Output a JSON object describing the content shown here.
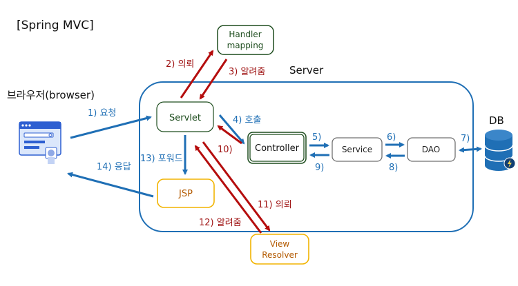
{
  "title": "[Spring MVC]",
  "server_label": "Server",
  "browser_label": "브라우저(browser)",
  "db_label": "DB",
  "nodes": {
    "handler_mapping": {
      "lines": [
        "Handler",
        "mapping"
      ]
    },
    "servlet": "Servlet",
    "controller": "Controller",
    "service": "Service",
    "dao": "DAO",
    "jsp": "JSP",
    "view_resolver": {
      "lines": [
        "View",
        "Resolver"
      ]
    }
  },
  "steps": {
    "s1": "1) 요청",
    "s2": "2) 의뢰",
    "s3": "3) 알려줌",
    "s4": "4) 호출",
    "s5": "5)",
    "s6": "6)",
    "s7": "7)",
    "s8": "8)",
    "s9": "9)",
    "s10": "10)",
    "s11": "11) 의뢰",
    "s12": "12) 알려줌",
    "s13": "13) 포워드",
    "s14": "14) 응답"
  },
  "colors": {
    "blue_arrow": "#1f6fb5",
    "red_arrow": "#b50d0d",
    "green_box": "#1e4d1e",
    "orange_box": "#f2b400",
    "gray_box": "#707070",
    "server_border": "#1f6fb5",
    "db": "#1f6fb5",
    "step_blue_text": "#1f6fb5",
    "step_red_text": "#9e1010",
    "orange_text": "#b35a00",
    "green_text": "#1e4d1e"
  }
}
